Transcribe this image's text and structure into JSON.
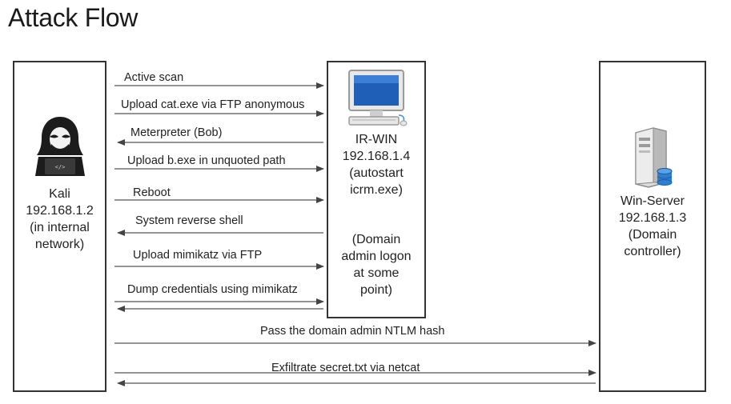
{
  "title": "Attack Flow",
  "nodes": {
    "kali": {
      "lines": [
        "Kali",
        "192.168.1.2",
        "(in internal",
        "network)"
      ],
      "icon": "hacker-icon"
    },
    "irwin": {
      "lines": [
        "IR-WIN",
        "192.168.1.4",
        "(autostart",
        "icrm.exe)"
      ],
      "note_lines": [
        "(Domain",
        "admin logon",
        "at some",
        "point)"
      ],
      "icon": "computer-monitor-icon"
    },
    "winserver": {
      "lines": [
        "Win-Server",
        "192.168.1.3",
        "(Domain",
        "controller)"
      ],
      "icon": "server-icon"
    }
  },
  "messages": [
    {
      "label": "Active scan",
      "from": "Kali",
      "to": "IR-WIN",
      "direction": "right"
    },
    {
      "label": "Upload cat.exe via FTP anonymous",
      "from": "Kali",
      "to": "IR-WIN",
      "direction": "right"
    },
    {
      "label": "Meterpreter (Bob)",
      "from": "IR-WIN",
      "to": "Kali",
      "direction": "left"
    },
    {
      "label": "Upload b.exe in unquoted path",
      "from": "Kali",
      "to": "IR-WIN",
      "direction": "right"
    },
    {
      "label": "Reboot",
      "from": "Kali",
      "to": "IR-WIN",
      "direction": "right"
    },
    {
      "label": "System reverse shell",
      "from": "IR-WIN",
      "to": "Kali",
      "direction": "left"
    },
    {
      "label": "Upload mimikatz via FTP",
      "from": "Kali",
      "to": "IR-WIN",
      "direction": "right"
    },
    {
      "label": "Dump credentials using mimikatz",
      "from": "Kali",
      "to": "IR-WIN",
      "direction": "both"
    },
    {
      "label": "Pass the domain admin NTLM hash",
      "from": "Kali",
      "to": "Win-Server",
      "direction": "right"
    },
    {
      "label": "Exfiltrate secret.txt via netcat",
      "from": "Kali",
      "to": "Win-Server",
      "direction": "both"
    }
  ]
}
